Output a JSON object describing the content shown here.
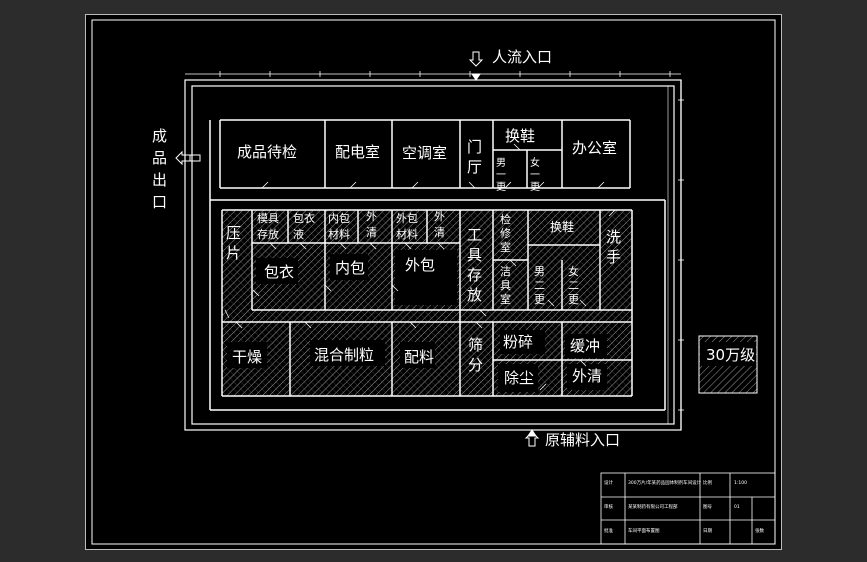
{
  "entrances": {
    "people": "人流入口",
    "material": "原辅料入口",
    "product": "成品出口"
  },
  "grade": "30万级",
  "rooms": {
    "product_wait": "成品待检",
    "power_room": "配电室",
    "ac_room": "空调室",
    "hall": "门厅",
    "change_shoes": "换鞋",
    "office": "办公室",
    "male_change_1": "男一更",
    "female_change_1": "女一更",
    "press_tablet": "压片",
    "mold_storage": "模具存放",
    "coating_liquid": "包衣液",
    "inner_pack_material": "内包材料",
    "outer_clean_1": "外清",
    "outer_pack_material": "外包材料",
    "outer_clean_2": "外清",
    "tool_storage": "工具存放",
    "inspect_room": "检修室",
    "change_shoes_2": "换鞋",
    "wash_hands": "洗手",
    "coating": "包衣",
    "inner_pack": "内包",
    "outer_pack": "外包",
    "cleaning_tools": "洁具室",
    "male_change_2": "男二更",
    "female_change_2": "女二更",
    "drying": "干燥",
    "mix_granulate": "混合制粒",
    "batching": "配料",
    "sieving": "筛分",
    "crushing": "粉碎",
    "buffer": "缓冲",
    "dust_removal": "除尘",
    "outer_clean_3": "外清"
  },
  "title_block": {
    "c1": "设计",
    "c2": "审核",
    "c3": "批准",
    "r1": "300万片/年某药品固体制剂车间设计",
    "r2": "某某制药有限公司工程部",
    "r3": "车间平面布置图",
    "m1": "比例",
    "m2": "图号",
    "m3": "日期",
    "n1": "1:100",
    "n2": "01",
    "n3": "张数"
  }
}
